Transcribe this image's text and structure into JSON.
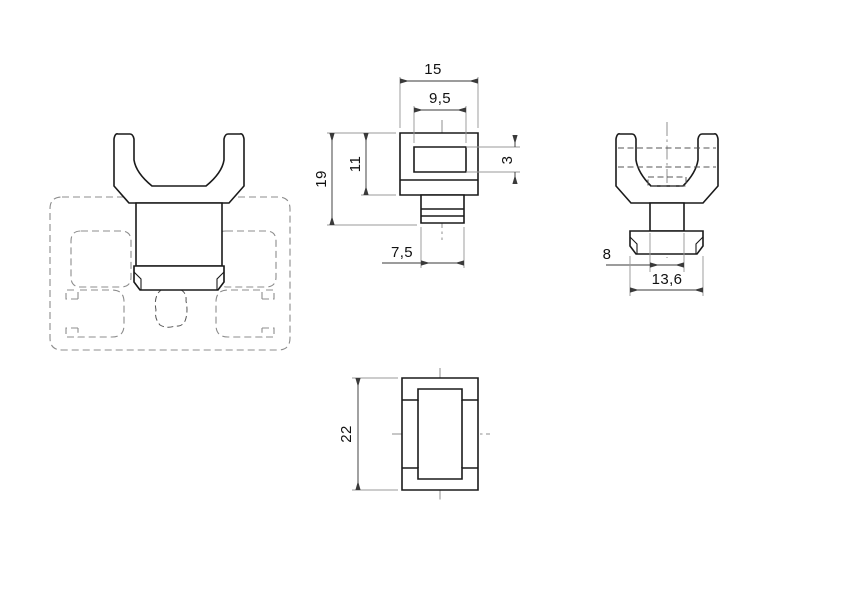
{
  "drawing": {
    "title": "Technical part drawing — saddle bracket with T-slot nut",
    "units_note": "",
    "views": [
      {
        "id": "view-front-assembly",
        "name": "front-assembly-view",
        "label": "",
        "description": "Saddle bracket mounted on dashed aluminium T-slot extrusion profile"
      },
      {
        "id": "view-side-section",
        "name": "side-section-view",
        "label": "",
        "description": "Side view of bracket body with slot opening and stem"
      },
      {
        "id": "view-front-detail",
        "name": "front-detail-view",
        "label": "",
        "description": "Front view of saddle with T-nut below"
      },
      {
        "id": "view-top",
        "name": "top-view",
        "label": "",
        "description": "Top view outline with notches"
      }
    ],
    "dimensions": {
      "width_overall": "15",
      "width_inner": "9,5",
      "height_overall": "19",
      "height_body": "11",
      "slot_thickness": "3",
      "stem_width": "7,5",
      "nut_inner_width": "8",
      "nut_outer_width": "13,6",
      "top_length": "22"
    },
    "colors": {
      "outline": "#1a1a1a",
      "hidden": "#8c8c8c",
      "center": "#8f8f8f",
      "dimension": "#3a3a3a",
      "background": "#ffffff"
    }
  }
}
